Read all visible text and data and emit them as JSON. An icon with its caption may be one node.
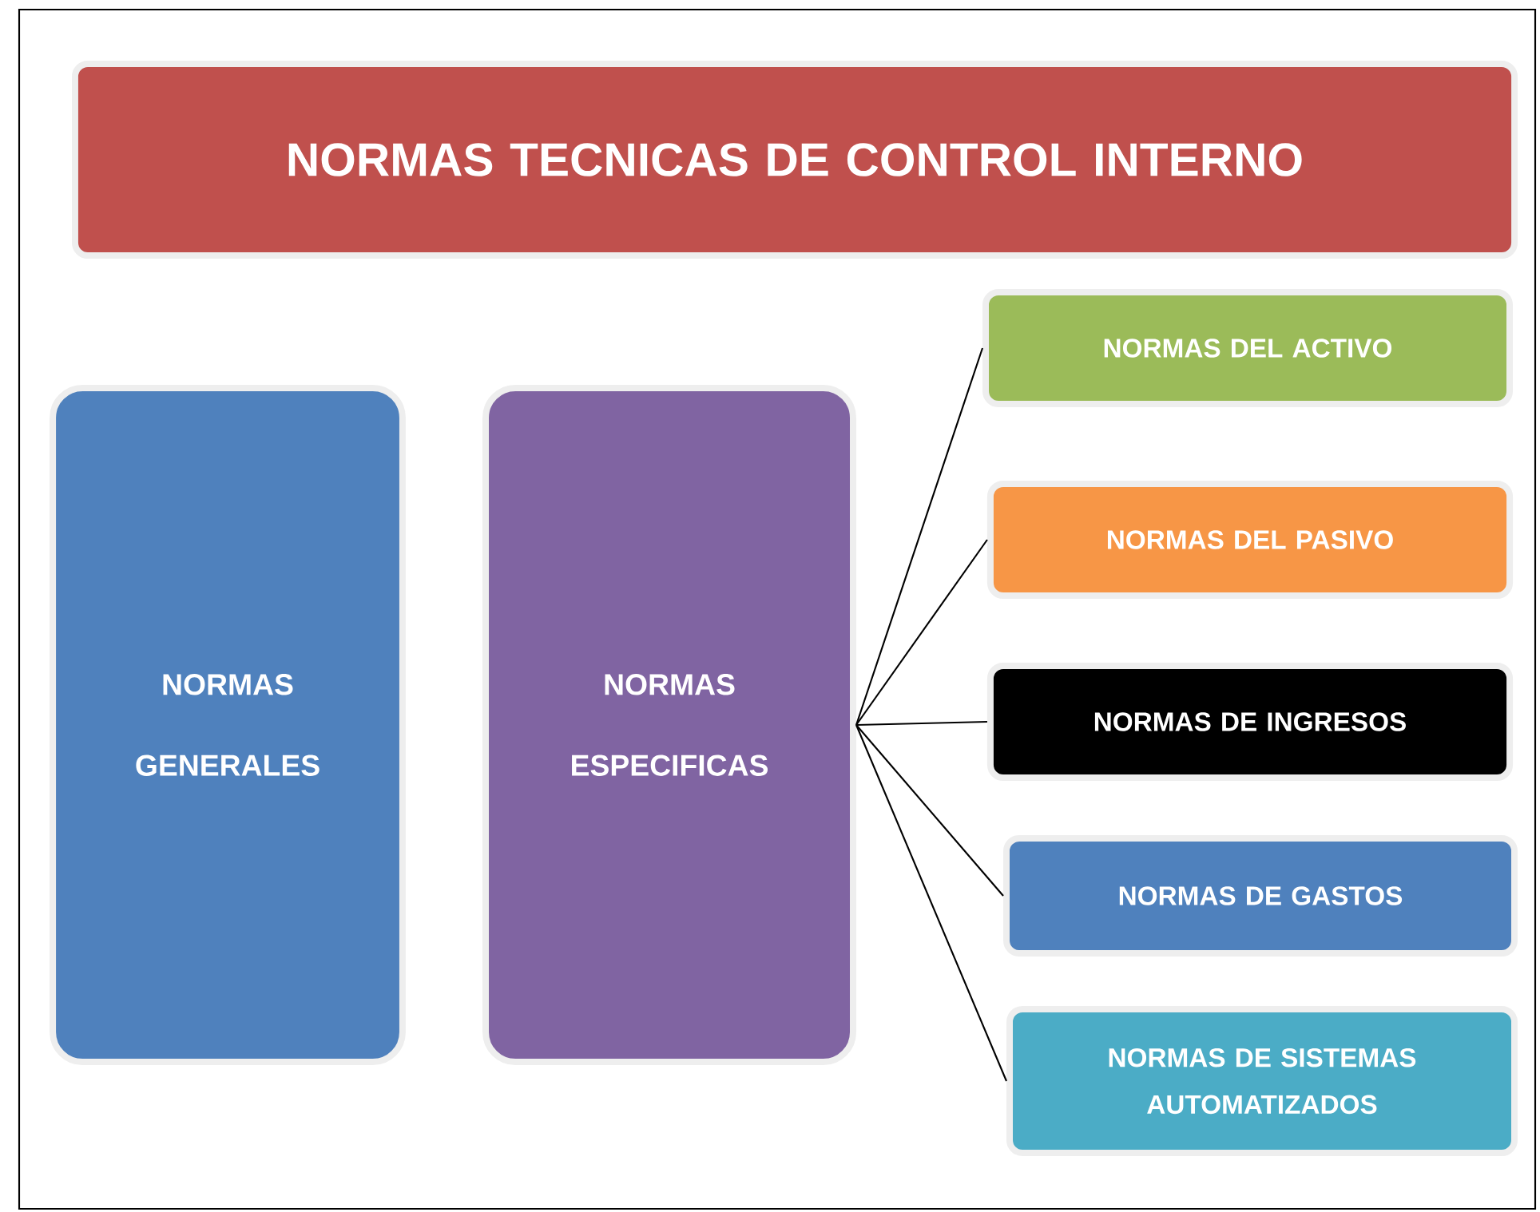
{
  "diagram": {
    "nodes": [
      {
        "text": [
          "NORMAS TECNICAS DE CONTROL INTERNO"
        ]
      },
      {
        "text": [
          "NORMAS GENERALES"
        ]
      },
      {
        "text": [
          "NORMAS ESPECIFICAS"
        ]
      },
      {
        "text": [
          "NORMAS DEL ACTIVO"
        ]
      },
      {
        "text": [
          "NORMAS DEL PASIVO"
        ]
      },
      {
        "text": [
          "NORMAS DE INGRESOS"
        ]
      },
      {
        "text": [
          "NORMAS DE GASTOS"
        ]
      },
      {
        "text": [
          "NORMAS DE SISTEMAS AUTOMATIZADOS"
        ]
      }
    ],
    "edges": [
      {
        "from": 2,
        "to": 3,
        "arrow": "none"
      },
      {
        "from": 2,
        "to": 4,
        "arrow": "none"
      },
      {
        "from": 2,
        "to": 5,
        "arrow": "none"
      },
      {
        "from": 2,
        "to": 6,
        "arrow": "none"
      },
      {
        "from": 2,
        "to": 7,
        "arrow": "none"
      }
    ]
  }
}
